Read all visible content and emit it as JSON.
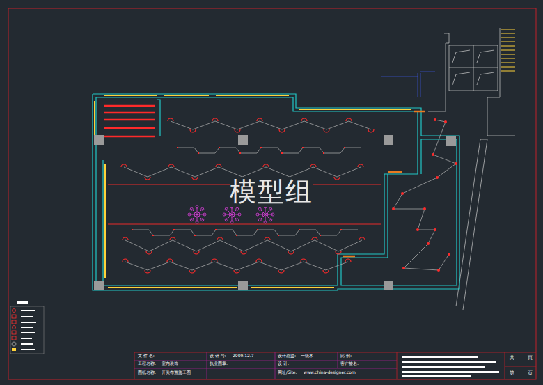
{
  "diagram": {
    "labels": [
      "模型组",
      "文 件 名:",
      "工程名称:",
      "室内装饰",
      "图纸名称:",
      "开关布置施工图",
      "设 计 号:",
      "2009.12.7",
      "执业图章:",
      "设计总监:",
      "一级木",
      "设 计:",
      "网址/Site:",
      "www.china-designer.com",
      "比 例:",
      "客户签名:",
      "共",
      "页",
      "第",
      "页"
    ]
  }
}
